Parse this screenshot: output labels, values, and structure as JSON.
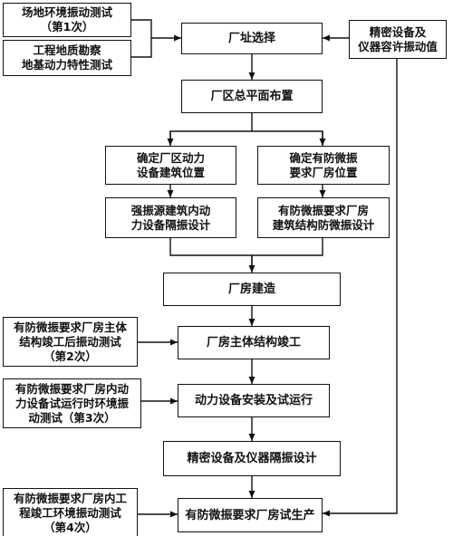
{
  "diagram": {
    "boxes": {
      "site_env_test_1": "场地环境振动测试\n（第1次）",
      "geo_survey_test": "工程地质勘察\n地基动力特性测试",
      "site_selection": "厂址选择",
      "precision_allowable": "精密设备及\n仪器容许振动值",
      "master_plan": "厂区总平面布置",
      "determine_power_location": "确定厂区动力\n设备建筑位置",
      "determine_vibration_location": "确定有防微振\n要求厂房位置",
      "strong_source_isolation": "强振源建筑内动\n力设备隔振设计",
      "structure_microvib_design": "有防微振要求厂房\n建筑结构防微振设计",
      "plant_construction": "厂房建造",
      "main_structure_test_2": "有防微振要求厂房主体\n结构竣工后振动测试\n（第2次）",
      "main_structure_complete": "厂房主体结构竣工",
      "trial_run_test_3": "有防微振要求厂房内动\n力设备试运行时环境振\n动测试（第3次）",
      "install_trial_run": "动力设备安装及试运行",
      "precision_isolation_design": "精密设备及仪器隔振设计",
      "completion_test_4": "有防微振要求厂房内工\n程竣工环境振动测试\n（第4次）",
      "trial_production": "有防微振要求厂房试生产"
    }
  }
}
